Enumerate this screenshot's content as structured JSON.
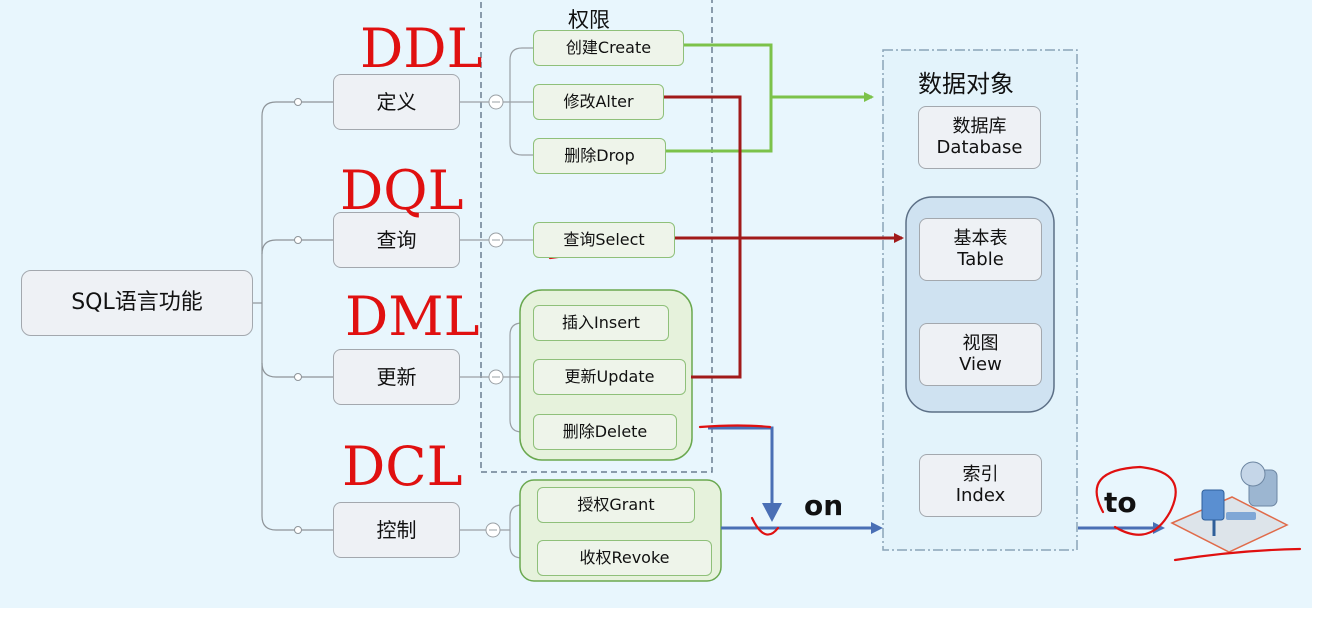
{
  "root": {
    "label": "SQL语言功能"
  },
  "categories": [
    {
      "label": "定义",
      "annotation": "DDL"
    },
    {
      "label": "查询",
      "annotation": "DQL"
    },
    {
      "label": "更新",
      "annotation": "DML"
    },
    {
      "label": "控制",
      "annotation": "DCL"
    }
  ],
  "permissions": {
    "title": "权限",
    "define": [
      "创建Create",
      "修改Alter",
      "删除Drop"
    ],
    "query": [
      "查询Select"
    ],
    "update": [
      "插入Insert",
      "更新Update",
      "删除Delete"
    ],
    "control": [
      "授权Grant",
      "收权Revoke"
    ]
  },
  "data_objects": {
    "title": "数据对象",
    "database": {
      "line1": "数据库",
      "line2": "Database"
    },
    "table": {
      "line1": "基本表",
      "line2": "Table"
    },
    "view": {
      "line1": "视图",
      "line2": "View"
    },
    "index": {
      "line1": "索引",
      "line2": "Index"
    }
  },
  "arrow_labels": {
    "on": "on",
    "to": "to"
  },
  "colors": {
    "background": "#e8f6fd",
    "green_arrow": "#7cc24a",
    "red_arrow": "#a11a1a",
    "blue_arrow": "#4a6fb5",
    "annotation": "#e01010"
  }
}
